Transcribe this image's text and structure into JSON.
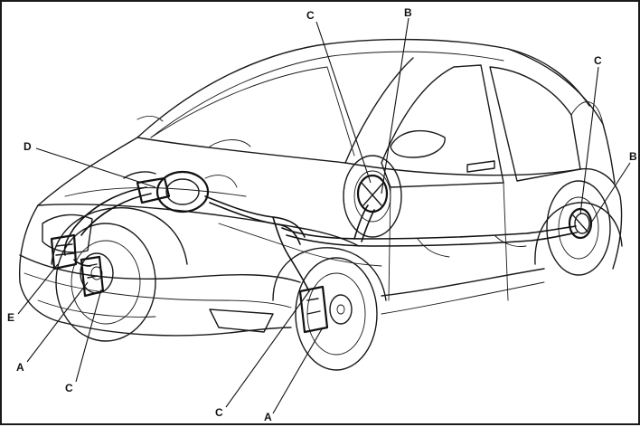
{
  "callouts": {
    "a_front_left": "A",
    "a_front_right": "A",
    "b_rear_left": "B",
    "b_rear_right": "B",
    "c_front_left": "C",
    "c_front_right": "C",
    "c_rear_left": "C",
    "c_rear_right": "C",
    "d_master_cylinder": "D",
    "e_modulator": "E"
  }
}
